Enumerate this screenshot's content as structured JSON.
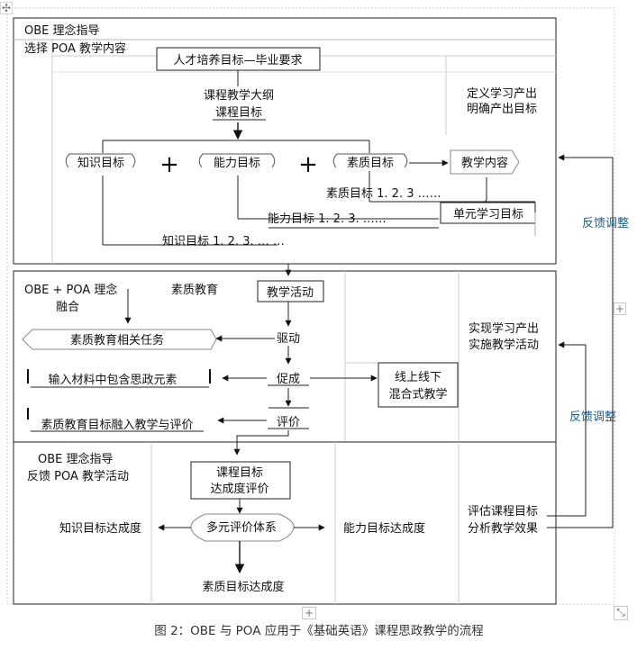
{
  "rows": {
    "top": {
      "header": "OBE 理念指导",
      "side_label": "选择 POA 教学内容",
      "goal_box": "人才培养目标—毕业要求",
      "syllabus_line1": "课程教学大纲",
      "syllabus_line2": "课程目标",
      "right_line1": "定义学习产出",
      "right_line2": "明确产出目标",
      "knowledge": "知识目标",
      "ability": "能力目标",
      "quality": "素质目标",
      "plus": "+",
      "content": "教学内容",
      "quality_items": "素质目标 1. 2. 3 ……",
      "ability_items": "能力目标 1. 2. 3. ……",
      "knowledge_items": "知识目标 1. 2. 3. …  …",
      "unit_goal": "单元学习目标"
    },
    "middle": {
      "header_line1": "OBE + POA 理念",
      "header_line2": "融合",
      "quality_edu": "素质教育",
      "activity": "教学活动",
      "task": "素质教育相关任务",
      "input": "输入材料中包含思政元素",
      "integrate": "素质教育目标融入教学与评价",
      "drive": "驱动",
      "promote": "促成",
      "evaluate": "评价",
      "blended_line1": "线上线下",
      "blended_line2": "混合式教学",
      "right_line1": "实现学习产出",
      "right_line2": "实施教学活动"
    },
    "bottom": {
      "header_line1": "OBE 理念指导",
      "header_line2": "反馈 POA 教学活动",
      "eval_line1": "课程目标",
      "eval_line2": "达成度评价",
      "system": "多元评价体系",
      "knowledge": "知识目标达成度",
      "ability": "能力目标达成度",
      "quality": "素质目标达成度",
      "right_line1": "评估课程目标",
      "right_line2": "分析教学效果"
    }
  },
  "feedback": {
    "upper": "反馈调整",
    "lower": "反馈调整"
  },
  "caption": "图 2：OBE 与 POA 应用于《基础英语》课程思政教学的流程",
  "colors": {
    "feedback_text": "#1f5f86",
    "line": "#111111",
    "guide": "#c9c9c9"
  },
  "handles": {
    "move": "✣",
    "add": "+",
    "resize": "⤡"
  }
}
